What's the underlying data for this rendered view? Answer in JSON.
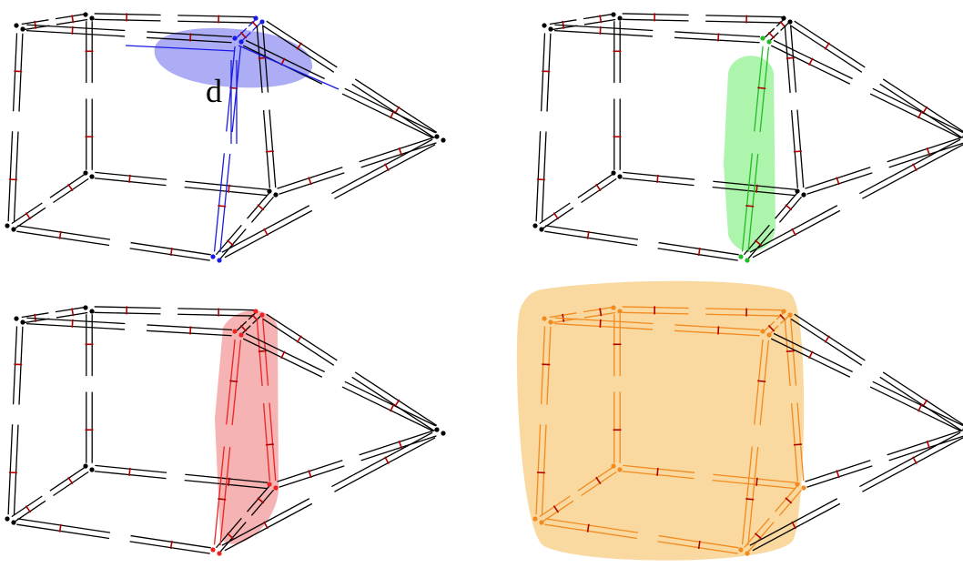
{
  "figure": {
    "panels": [
      {
        "id": "top-left",
        "highlight_color": "#7777ee",
        "edge_color": "#1a1ae6",
        "label": "d"
      },
      {
        "id": "top-right",
        "highlight_color": "#77ee77",
        "edge_color": "#22bb22",
        "label": ""
      },
      {
        "id": "bottom-left",
        "highlight_color": "#f08080",
        "edge_color": "#ee2222",
        "label": ""
      },
      {
        "id": "bottom-right",
        "highlight_color": "#f5c060",
        "edge_color": "#f28a1e",
        "label": ""
      }
    ],
    "colors": {
      "edge": "#000000",
      "cross_tick": "#b00000",
      "node": "#000000"
    }
  }
}
